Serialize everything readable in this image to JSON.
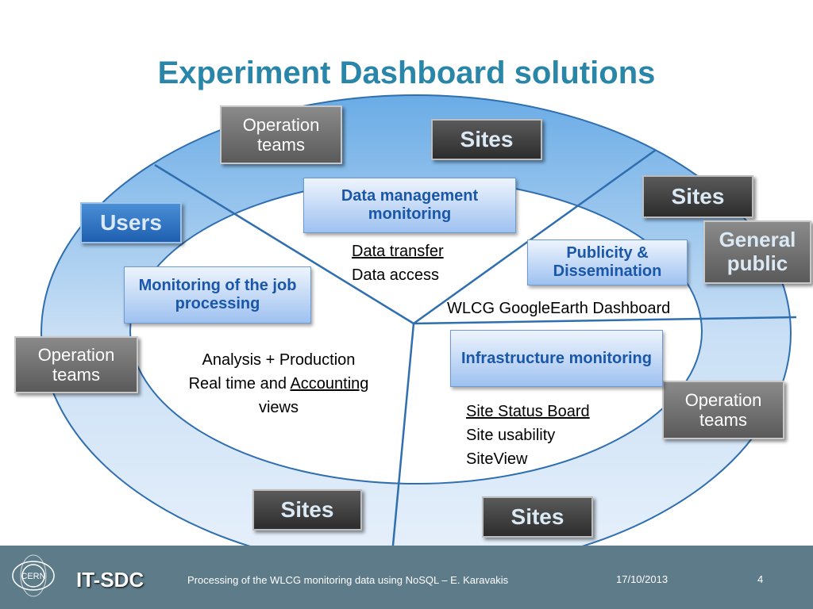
{
  "title": "Experiment Dashboard solutions",
  "colors": {
    "accent": "#2a86a8",
    "ring_outer": "#7db7e8",
    "footer": "#5d7b89",
    "box_text": "#1a57a8"
  },
  "ring_boxes": {
    "operation_teams_top": "Operation teams",
    "operation_teams_left": "Operation teams",
    "operation_teams_right": "Operation teams",
    "sites_top": "Sites",
    "sites_right": "Sites",
    "sites_bottom_left": "Sites",
    "sites_bottom_right": "Sites",
    "users": "Users",
    "general_public": "General public"
  },
  "inner_boxes": {
    "data_management": "Data management monitoring",
    "publicity": "Publicity & Dissemination",
    "job_processing": "Monitoring of the job processing",
    "infrastructure": "Infrastructure monitoring"
  },
  "texts": {
    "data_transfer": "Data transfer",
    "data_access": "Data access",
    "wlcg_googleearth": "WLCG GoogleEarth Dashboard",
    "analysis_production": "Analysis + Production",
    "real_time_and": "Real time and",
    "accounting": "Accounting",
    "views": "views",
    "site_status_board": "Site Status Board",
    "site_usability": "Site usability",
    "siteview": "SiteView"
  },
  "footer": {
    "logo": "CERN",
    "department": "IT-SDC",
    "talk": "Processing of the WLCG monitoring data using NoSQL – E. Karavakis",
    "date": "17/10/2013",
    "page": "4"
  }
}
